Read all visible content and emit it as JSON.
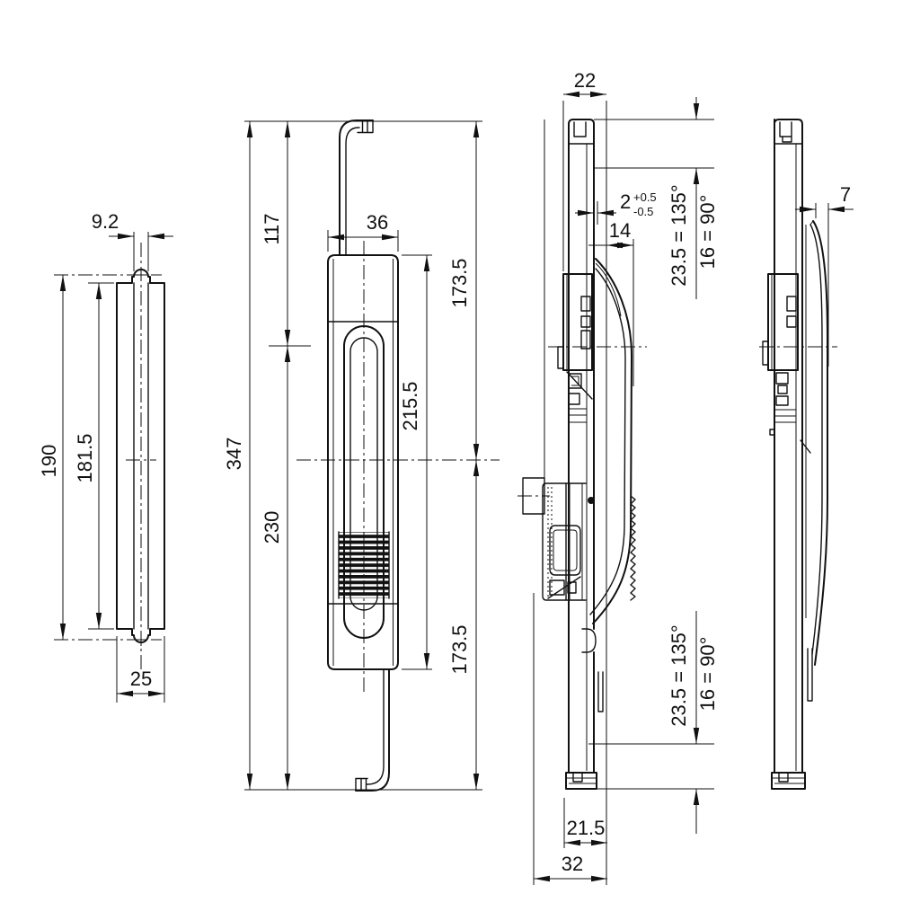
{
  "drawing": {
    "kind": "technical-drawing",
    "views": {
      "plate_front": {
        "dims": {
          "slot_width": "9.2",
          "outer_height": "190",
          "inner_height": "181.5",
          "plate_width": "25"
        }
      },
      "lock_front": {
        "dims": {
          "upper_rod_length": "117",
          "housing_width": "36",
          "overall_height": "347",
          "lower_section": "230",
          "housing_height": "215.5",
          "upper_half": "173.5",
          "lower_half": "173.5"
        }
      },
      "lock_side_open": {
        "dims": {
          "depth": "22",
          "gap_value": "2",
          "gap_tol_plus": "+0.5",
          "gap_tol_minus": "-0.5",
          "handle_distance": "14",
          "protrusion_top_135": "23.5 = 135°",
          "protrusion_top_90": "16 = 90°",
          "protrusion_bottom_135": "23.5 = 135°",
          "protrusion_bottom_90": "16 = 90°",
          "foot_depth": "21.5",
          "overall_depth": "32"
        }
      },
      "lock_side_closed": {
        "dims": {
          "handle_protrusion": "7"
        }
      }
    }
  }
}
